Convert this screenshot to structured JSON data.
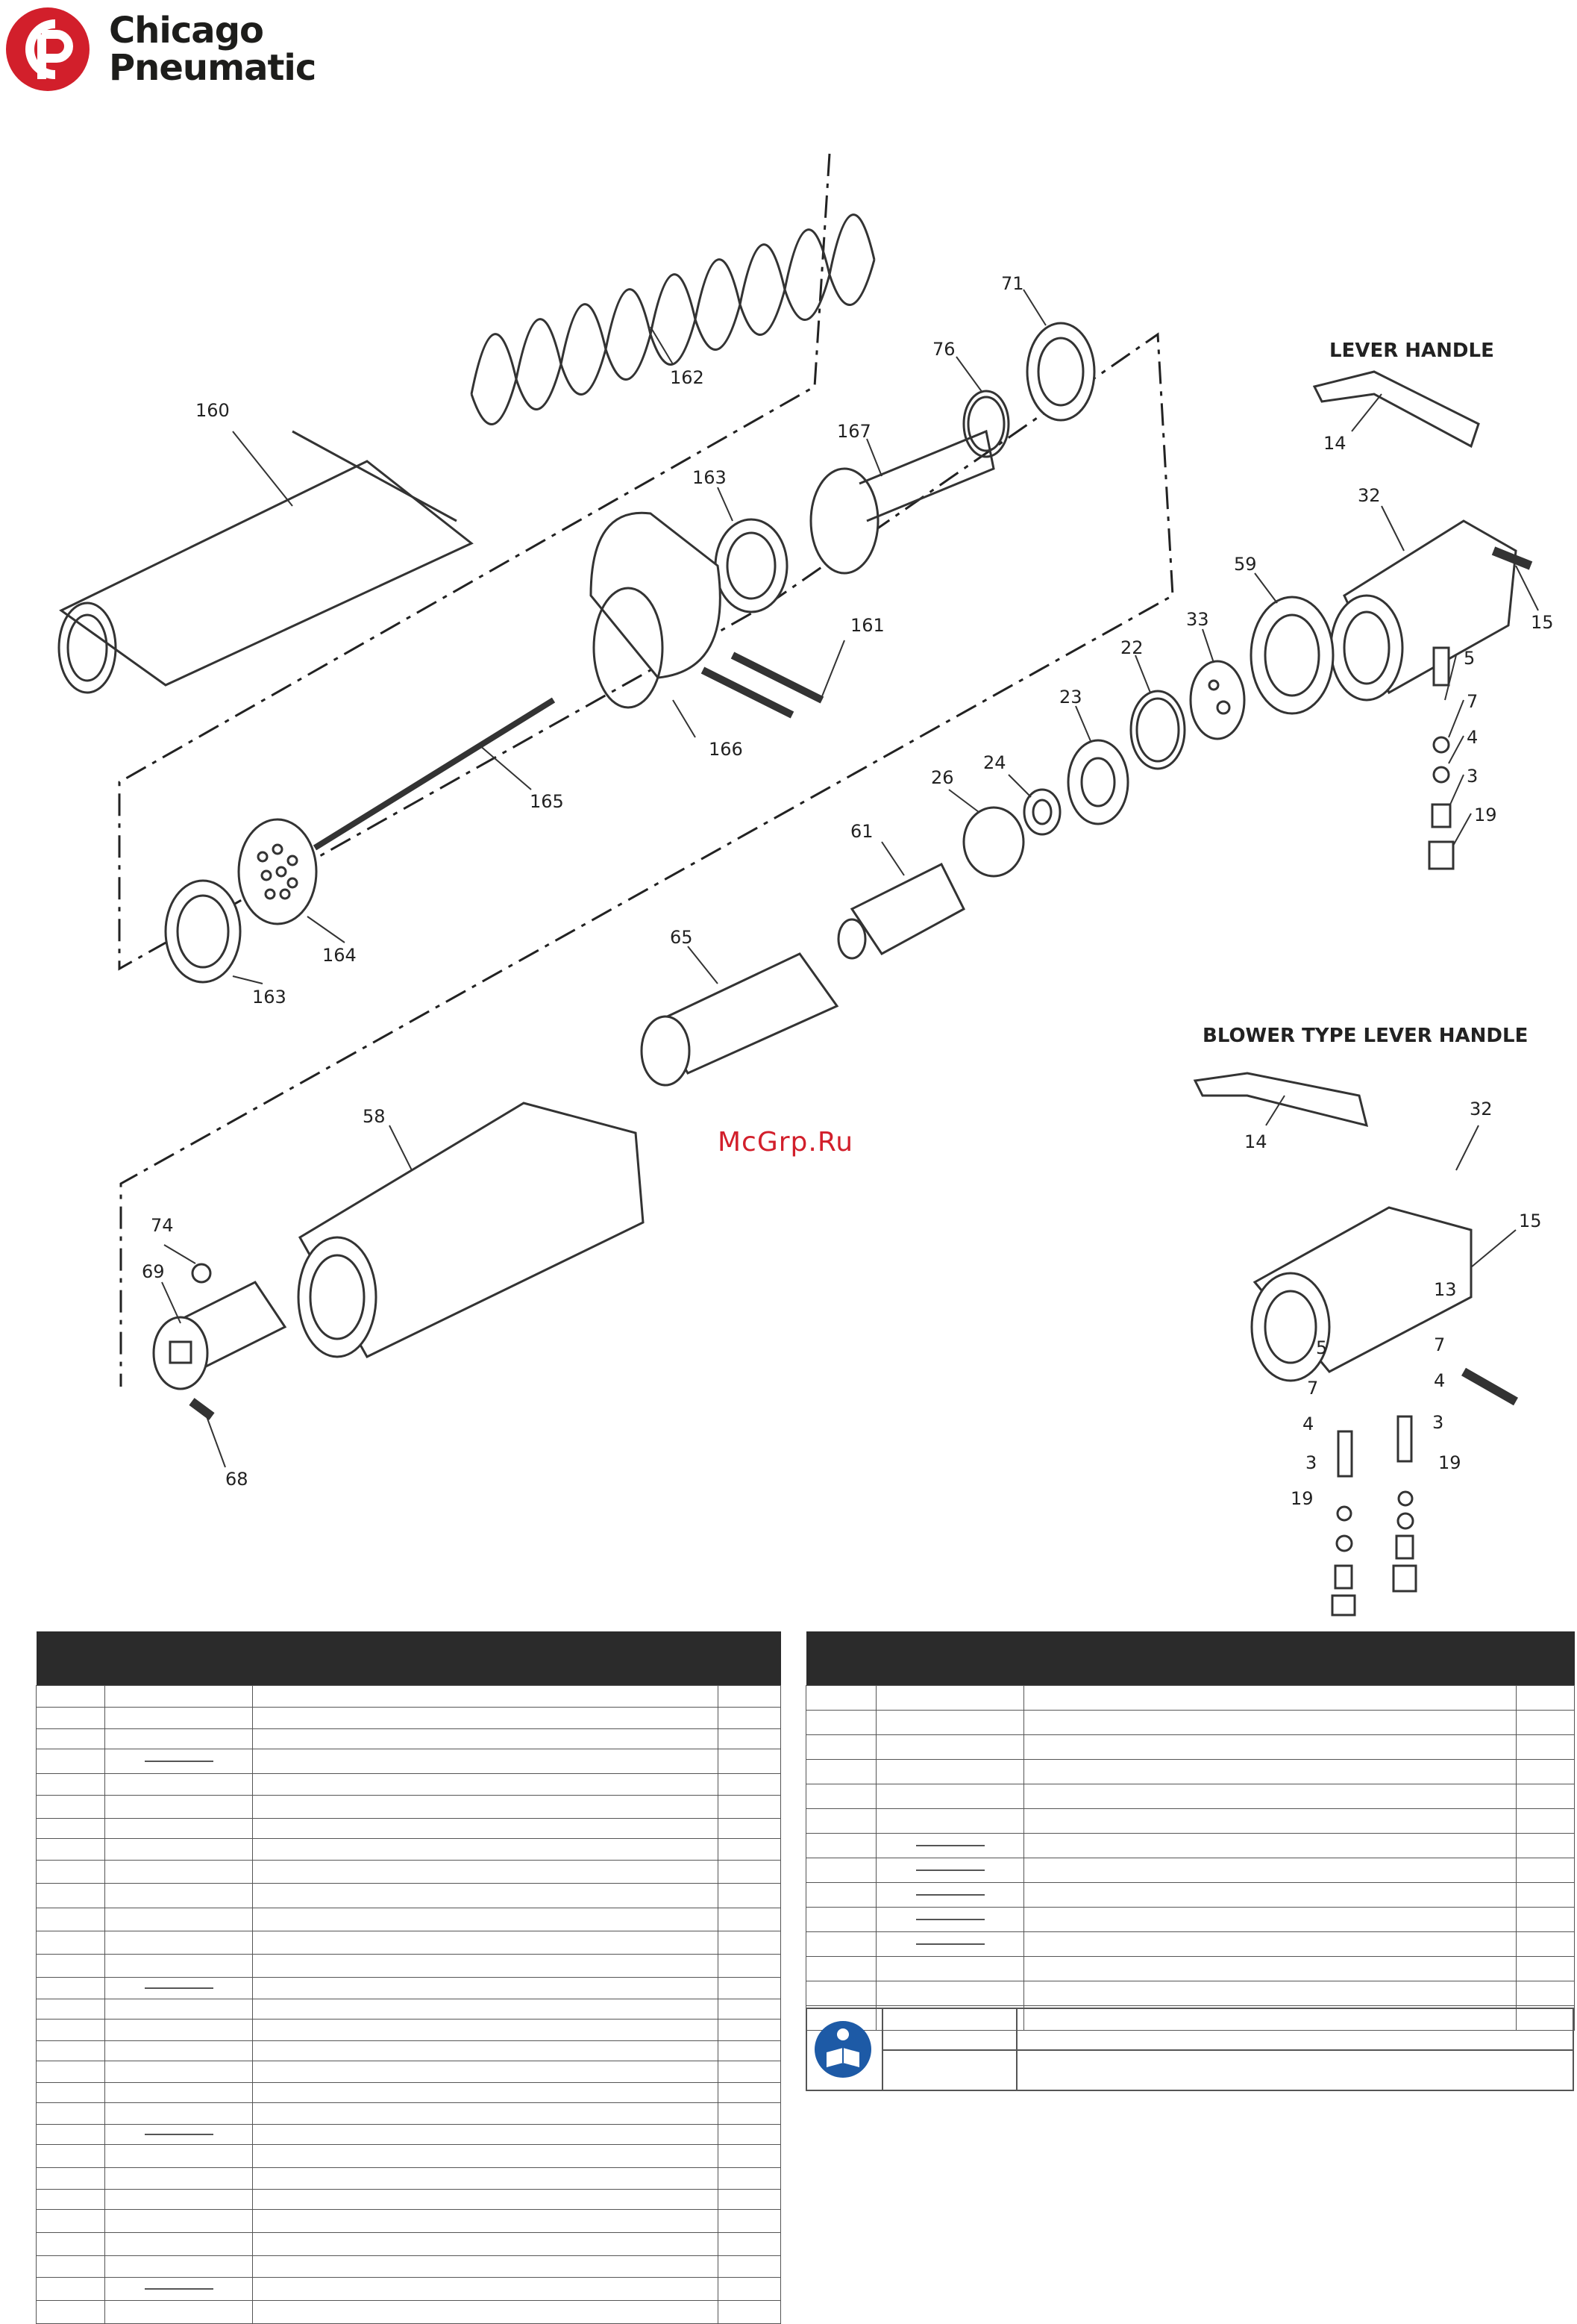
{
  "brand": {
    "line1": "Chicago",
    "line2": "Pneumatic",
    "color": "#d21f2b"
  },
  "diagram": {
    "labels": {
      "lever_handle": "LEVER HANDLE",
      "blower_lever_handle": "BLOWER TYPE LEVER HANDLE"
    },
    "callouts": {
      "c160": "160",
      "c162": "162",
      "c71": "71",
      "c76": "76",
      "c167": "167",
      "c163a": "163",
      "c161": "161",
      "c166": "166",
      "c165": "165",
      "c164": "164",
      "c163b": "163",
      "c14a": "14",
      "c32a": "32",
      "c59": "59",
      "c33": "33",
      "c22": "22",
      "c23": "23",
      "c15a": "15",
      "c5a": "5",
      "c7a": "7",
      "c4a": "4",
      "c3a": "3",
      "c19a": "19",
      "c24": "24",
      "c26": "26",
      "c61": "61",
      "c65": "65",
      "c58": "58",
      "c74": "74",
      "c69": "69",
      "c68": "68",
      "c14b": "14",
      "c32b": "32",
      "c15b": "15",
      "c13": "13",
      "c5b": "5",
      "c7b": "7",
      "c7c": "7",
      "c4b": "4",
      "c4c": "4",
      "c3b": "3",
      "c3c": "3",
      "c19b": "19",
      "c19c": "19"
    }
  },
  "watermark": "McGrp.Ru",
  "icons": {
    "manual": "read-manual-icon"
  }
}
